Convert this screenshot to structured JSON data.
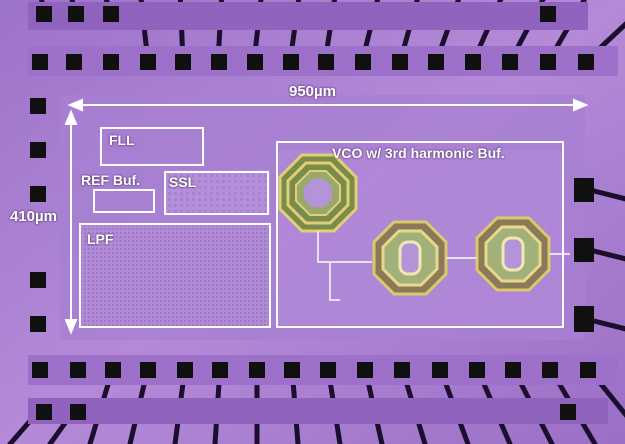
{
  "die": {
    "width_label": "950µm",
    "height_label": "410µm"
  },
  "blocks": {
    "fll": "FLL",
    "ref_buf": "REF Buf.",
    "ssl": "SSL",
    "lpf": "LPF",
    "vco": "VCO w/ 3rd harmonic Buf."
  },
  "colors": {
    "die": "#a67fd1",
    "pad": "#111111",
    "bondwire": "#1e1030",
    "outline": "#ffffff",
    "inductor": "#d8c86a"
  }
}
